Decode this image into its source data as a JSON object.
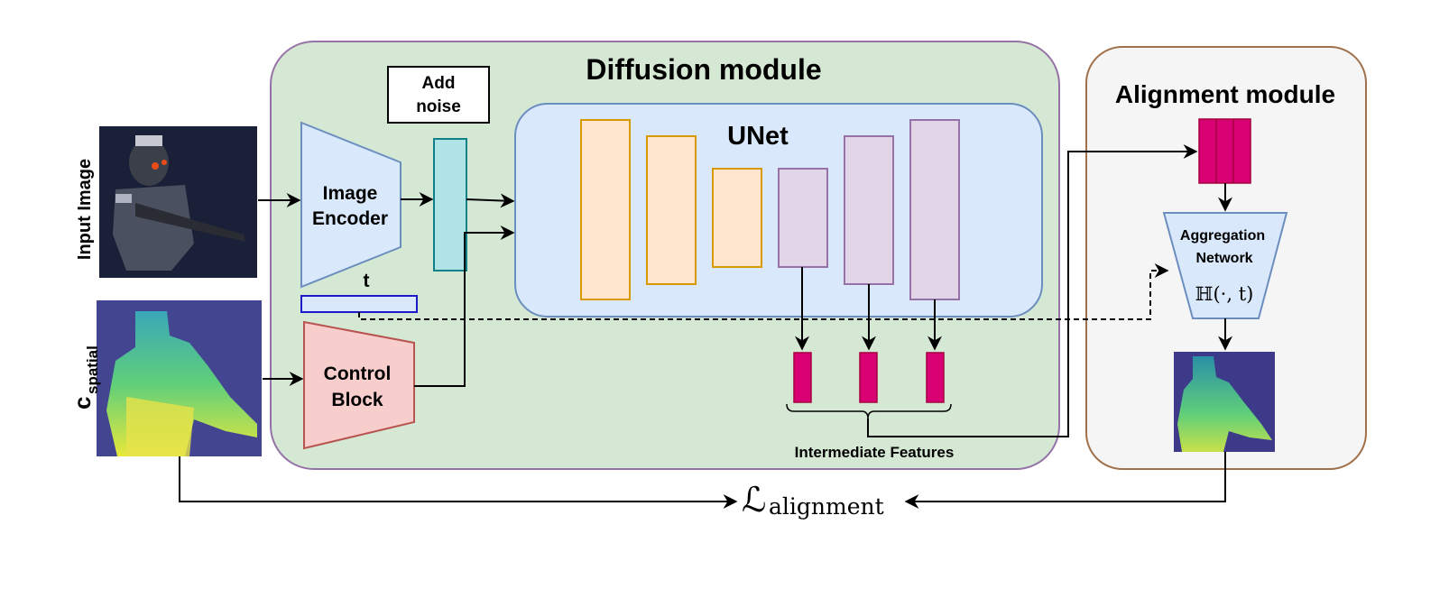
{
  "diffusion_module": {
    "title": "Diffusion module",
    "add_noise": [
      "Add",
      "noise"
    ],
    "image_encoder": [
      "Image",
      "Encoder"
    ],
    "control_block": [
      "Control",
      "Block"
    ],
    "t_label": "t",
    "unet_title": "UNet",
    "intermediate_features": "Intermediate Features"
  },
  "inputs": {
    "input_image_label": "Input Image",
    "c_spatial_main": "c",
    "c_spatial_sub": "spatial"
  },
  "alignment_module": {
    "title": "Alignment module",
    "aggregation_network": [
      "Aggregation",
      "Network"
    ],
    "aggregation_formula": "ℍ(·, t)"
  },
  "loss": {
    "symbol": "ℒ",
    "subscript": "alignment"
  },
  "colors": {
    "diffusion_bg": "#d5e8d4",
    "diffusion_border": "#9673a6",
    "alignment_bg": "#f5f5f5",
    "alignment_border": "#a0704a",
    "unet_bg": "#dae8fc",
    "unet_border": "#6c8ebf",
    "encoder_fill": "#dae8fc",
    "control_fill": "#f8cecc",
    "control_border": "#b85450",
    "latent_fill": "#b0e3e6",
    "latent_border": "#0e8088",
    "orange_fill": "#ffe6cc",
    "orange_border": "#d79b00",
    "purple_fill": "#e1d5e7",
    "purple_border": "#9673a6",
    "feature_fill": "#d80073",
    "feature_border": "#a50040"
  }
}
